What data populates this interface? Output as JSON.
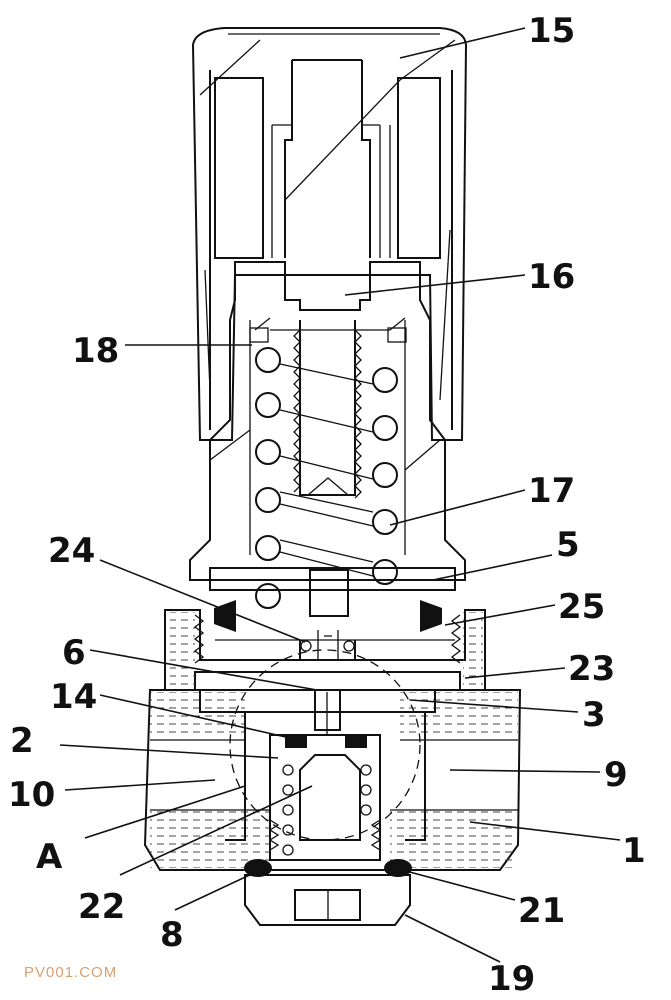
{
  "figure": {
    "watermark": "PV001.COM",
    "callouts": {
      "c1": "1",
      "c2": "2",
      "c3": "3",
      "c5": "5",
      "c6": "6",
      "c8": "8",
      "c9": "9",
      "c10": "10",
      "c14": "14",
      "c15": "15",
      "c16": "16",
      "c17": "17",
      "c18": "18",
      "c19": "19",
      "c21": "21",
      "c22": "22",
      "c23": "23",
      "c24": "24",
      "c25": "25",
      "cA": "A"
    }
  }
}
